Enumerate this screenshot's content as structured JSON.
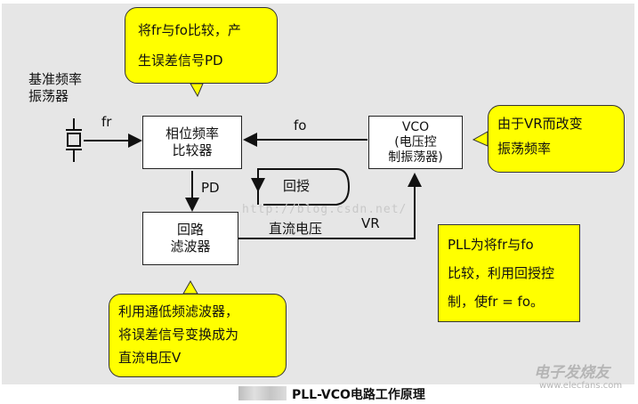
{
  "caption": "PLL-VCO电路工作原理",
  "watermark": "http://blog.csdn.net/",
  "logo": {
    "name": "电子发烧友",
    "url": "www.elecfans.com"
  },
  "oscillator_label": "基准频率\n振荡器",
  "blocks": {
    "phase_comparator": "相位频率\n比较器",
    "vco": "VCO\n(电压控\n制振荡器)",
    "loop_filter": "回路\n滤波器"
  },
  "feedback_label": "回授",
  "signals": {
    "fr": "fr",
    "fo": "fo",
    "pd": "PD",
    "vr": "VR",
    "dc_voltage": "直流电压"
  },
  "callouts": {
    "top": "将fr与fo比较，产\n生误差信号PD",
    "right": "由于VR而改变\n振荡频率",
    "bottom": "利用通低频滤波器，\n将误差信号变换成为\n直流电压V",
    "summary": "PLL为将fr与fo\n比较，利用回授控\n制，使fr = fo。"
  },
  "colors": {
    "background": "#e6e6e6",
    "callout": "#ffff00"
  }
}
